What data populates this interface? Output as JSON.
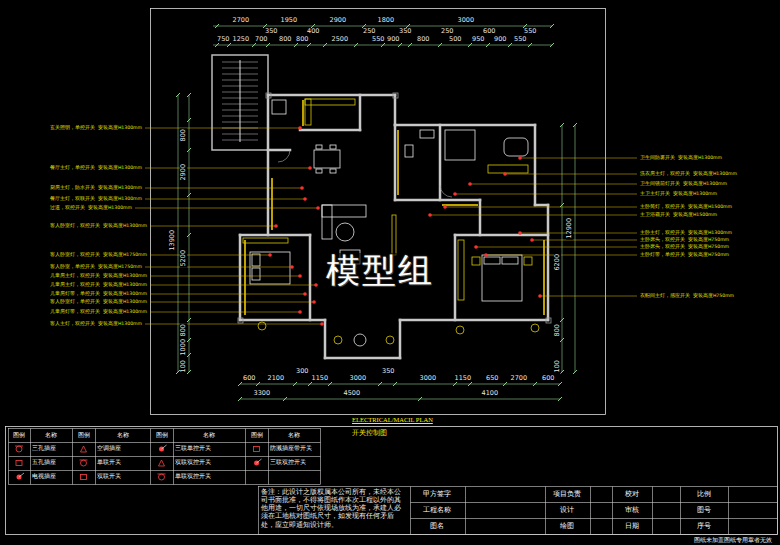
{
  "diagram": {
    "title": "ELECTRICAL/MACIL PLAN",
    "caption": "开关控制图",
    "labels": [
      "2700",
      "1950",
      "2900",
      "1800",
      "3000",
      "350",
      "400",
      "250",
      "350",
      "250",
      "600",
      "550",
      "750",
      "1250",
      "700",
      "800",
      "800",
      "2500",
      "550",
      "900",
      "800",
      "500",
      "950",
      "900",
      "550",
      "800",
      "2900",
      "13900",
      "5200",
      "800",
      "1000",
      "100",
      "12900",
      "6200",
      "800",
      "100",
      "600",
      "2100",
      "300",
      "1150",
      "3000",
      "350",
      "3000",
      "1150",
      "650",
      "2700",
      "600",
      "3300",
      "4500",
      "4100",
      "模型组",
      "玄关照明，单控开关  安装高度H1300mm",
      "餐厅主灯，单控开关  安装高度H1300mm",
      "厨房主灯，防水开关  安装高度H1300mm",
      "餐厅主灯，双联开关  安装高度H1300mm",
      "过道，双控开关  安装高度H1300mm",
      "客人卧室灯，双控开关  安装高度H1300mm",
      "客人卧室灯，双控开关  安装高度H1750mm",
      "客人卧室，单控开关  安装高度H1750mm",
      "儿童房主灯，双控开关  安装高度H1300mm",
      "儿童房主灯，双控开关  安装高度H1300mm",
      "儿童房灯带，单控开关  安装高度H1300mm",
      "客人卧室灯，单控开关  安装高度H1300mm",
      "儿童房灯带，双控开关  安装高度H1300mm",
      "客人主灯，双控开关  安装高度H1300mm",
      "卫生间防雾开关  安装高度H1300mm",
      "洗衣房主灯，双控开关  安装高度H1300mm",
      "卫生间镜前灯开关  安装高度H1300mm",
      "主卫主灯开关  安装高度H1300mm",
      "主卧筒灯，双控开关  安装高度H1500mm",
      "主卫浴霸开关  安装高度H1500mm",
      "主卧主灯，双控开关  安装高度H1300mm",
      "主卧床头，双控开关  安装高度H750mm",
      "主卧床头，双控开关  安装高度H750mm",
      "主卧灯带，单控开关  安装高度H750mm",
      "衣帽间主灯，感应开关  安装高度H750mm",
      "图例",
      "名称",
      "图例",
      "名称",
      "图例",
      "名称",
      "图例",
      "名称",
      "备注：此设计之版权属本公司所有，未经本公司书面批准，不得将图纸作本次工程以外的其他用途，一切尺寸依现场放线为准，承建人必须在工地核对图纸尺寸，如发现有任何矛盾处，应立即通知设计师。",
      "甲方签字",
      "工程名称",
      "图名",
      "项目负责",
      "设计",
      "绘图",
      "校对",
      "审核",
      "日期",
      "比例",
      "图号",
      "序号",
      "图纸未加盖图纸专用章者无效"
    ],
    "legend": [
      {
        "text": "三孔插座"
      },
      {
        "text": "五孔插座"
      },
      {
        "text": "电视插座"
      },
      {
        "text": "空调插座"
      },
      {
        "text": "单联开关"
      },
      {
        "text": "双联开关"
      },
      {
        "text": "三联单控开关"
      },
      {
        "text": "双联双控开关"
      },
      {
        "text": "单联双控开关"
      },
      {
        "text": "防溅插座带开关"
      },
      {
        "text": "三联双控开关"
      }
    ]
  }
}
